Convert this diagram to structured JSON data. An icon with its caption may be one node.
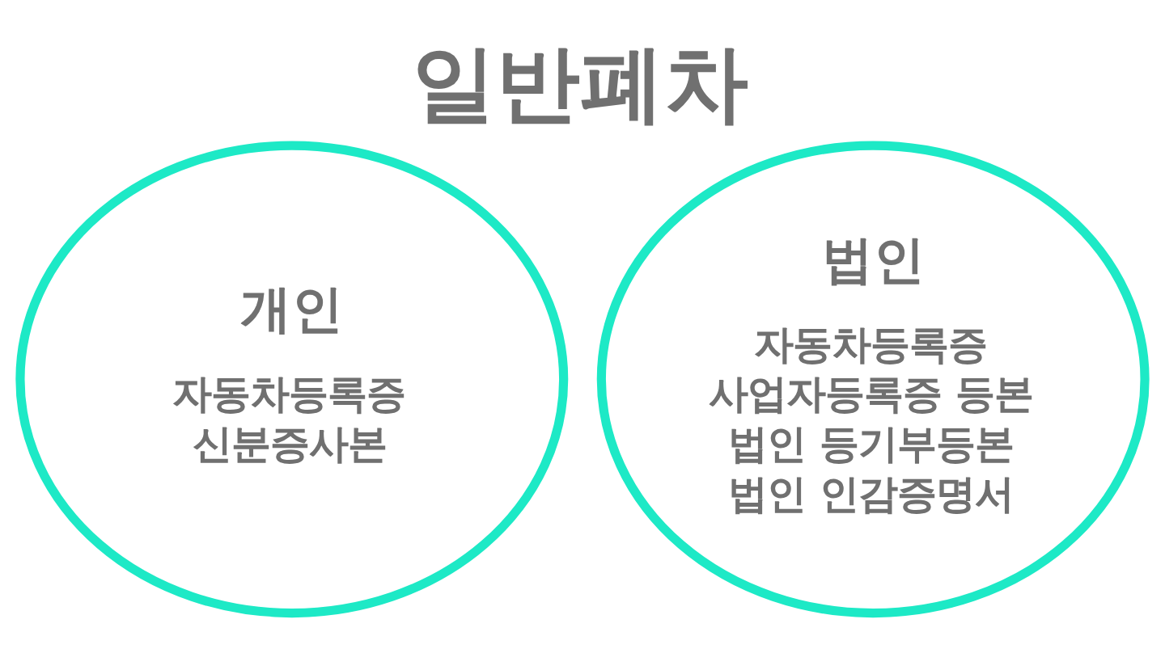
{
  "diagram": {
    "title": "일반폐차",
    "nodes": [
      {
        "text": [
          "개인",
          "자동차등록증",
          "신분증사본"
        ]
      },
      {
        "text": [
          "법인",
          "자동차등록증",
          "사업자등록증 등본",
          "법인 등기부등본",
          "법인 인감증명서"
        ]
      }
    ]
  }
}
